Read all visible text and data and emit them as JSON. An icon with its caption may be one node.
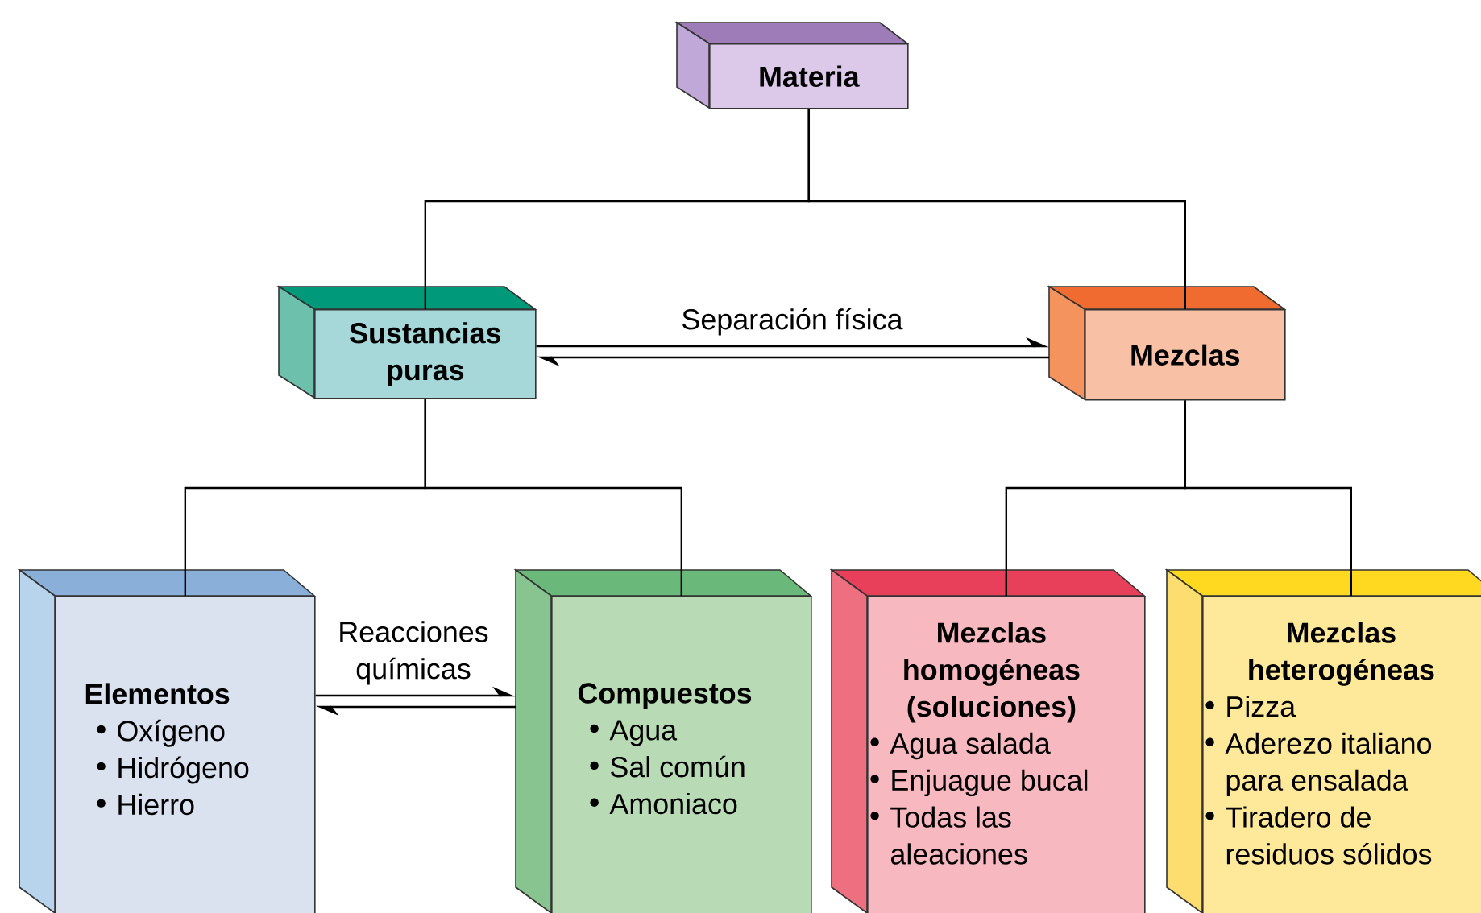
{
  "diagram": {
    "nodes": [
      {
        "text": [
          "Materia"
        ]
      },
      {
        "text": [
          "Sustancias puras"
        ]
      },
      {
        "text": [
          "Mezclas"
        ]
      },
      {
        "text": [
          "Elementos",
          "Oxígeno",
          "Hidrógeno",
          "Hierro"
        ]
      },
      {
        "text": [
          "Compuestos",
          "Agua",
          "Sal común",
          "Amoniaco"
        ]
      },
      {
        "text": [
          "Mezclas homogéneas (soluciones)",
          "Agua salada",
          "Enjuague bucal",
          "Todas las aleaciones"
        ]
      },
      {
        "text": [
          "Mezclas heterogéneas",
          "Pizza",
          "Aderezo italiano para ensalada",
          "Tiradero de residuos sólidos"
        ]
      }
    ],
    "edges": [
      {
        "from": 0,
        "to": 1,
        "arrow": "none"
      },
      {
        "from": 0,
        "to": 2,
        "arrow": "none"
      },
      {
        "from": 1,
        "to": 2,
        "arrow": "to",
        "label": "Separación física"
      },
      {
        "from": 2,
        "to": 1,
        "arrow": "to"
      },
      {
        "from": 1,
        "to": 3,
        "arrow": "none"
      },
      {
        "from": 1,
        "to": 4,
        "arrow": "none"
      },
      {
        "from": 3,
        "to": 4,
        "arrow": "to",
        "label": "Reacciones químicas"
      },
      {
        "from": 4,
        "to": 3,
        "arrow": "to"
      },
      {
        "from": 2,
        "to": 5,
        "arrow": "none"
      },
      {
        "from": 2,
        "to": 6,
        "arrow": "none"
      }
    ]
  }
}
